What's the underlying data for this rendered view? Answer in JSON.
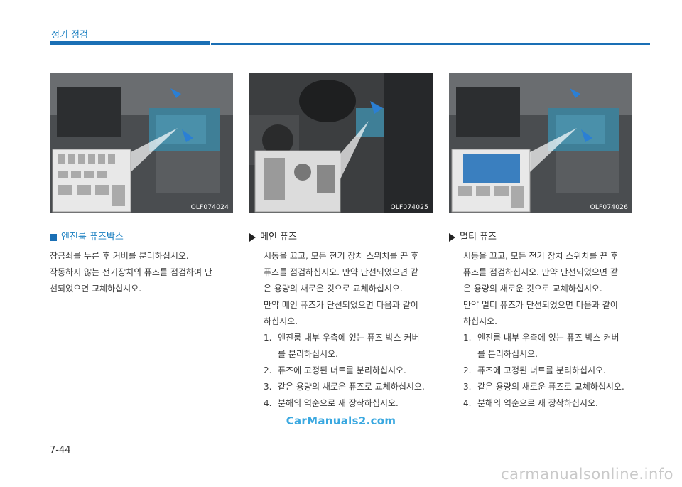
{
  "header": {
    "title": "정기 점검"
  },
  "photos": [
    {
      "code": "OLF074024"
    },
    {
      "code": "OLF074025"
    },
    {
      "code": "OLF074026"
    }
  ],
  "col1": {
    "heading": "엔진룸 퓨즈박스",
    "lines": [
      "잠금쇠를 누른 후 커버를 분리하십시오.",
      "작동하지 않는 전기장치의 퓨즈를 점검하여 단",
      "선되었으면 교체하십시오."
    ]
  },
  "col2": {
    "heading": "메인 퓨즈",
    "lines": [
      "시동을 끄고, 모든 전기 장치 스위치를 끈 후",
      "퓨즈를 점검하십시오. 만약 단선되었으면 같",
      "은 용량의 새로운 것으로 교체하십시오.",
      "만약 메인 퓨즈가 단선되었으면 다음과 같이",
      "하십시오."
    ],
    "steps": [
      {
        "num": "1.",
        "lines": [
          "엔진룸 내부 우측에 있는 퓨즈 박스 커버",
          "를 분리하십시오."
        ]
      },
      {
        "num": "2.",
        "lines": [
          "퓨즈에 고정된 너트를 분리하십시오."
        ]
      },
      {
        "num": "3.",
        "lines": [
          "같은 용량의 새로운 퓨즈로 교체하십시오."
        ]
      },
      {
        "num": "4.",
        "lines": [
          "분해의 역순으로 재 장착하십시오."
        ]
      }
    ]
  },
  "col3": {
    "heading": "멀티 퓨즈",
    "lines": [
      "시동을 끄고, 모든 전기 장치 스위치를 끈 후",
      "퓨즈를 점검하십시오. 만약 단선되었으면 같",
      "은 용량의 새로운 것으로 교체하십시오.",
      "만약 멀티 퓨즈가 단선되었으면 다음과 같이",
      "하십시오."
    ],
    "steps": [
      {
        "num": "1.",
        "lines": [
          "엔진룸 내부 우측에 있는 퓨즈 박스 커버",
          "를 분리하십시오."
        ]
      },
      {
        "num": "2.",
        "lines": [
          "퓨즈에 고정된 너트를 분리하십시오."
        ]
      },
      {
        "num": "3.",
        "lines": [
          "같은 용량의 새로운 퓨즈로 교체하십시오."
        ]
      },
      {
        "num": "4.",
        "lines": [
          "분해의 역순으로 재 장착하십시오."
        ]
      }
    ]
  },
  "footer": {
    "page": "7-44",
    "watermark1": "CarManuals2.com",
    "watermark2": "carmanualsonline.info"
  }
}
